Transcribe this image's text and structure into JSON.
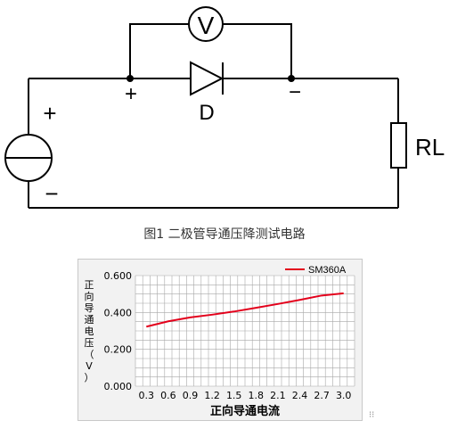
{
  "circuit": {
    "voltmeter_label": "V",
    "diode_label": "D",
    "load_label": "RL",
    "source_plus": "+",
    "source_minus": "−",
    "diode_plus": "+",
    "diode_minus": "−"
  },
  "caption": "图1 二极管导通压降测试电路",
  "colors": {
    "series": "#e3001b",
    "grid": "#a8a8a8",
    "wire": "#000000"
  },
  "chart_data": {
    "type": "line",
    "xlabel": "正向导通电流",
    "ylabel": "正向导通电压（V）",
    "x": [
      0.3,
      0.6,
      0.9,
      1.2,
      1.5,
      1.8,
      2.1,
      2.4,
      2.7,
      3.0
    ],
    "x_ticks": [
      "0.3",
      "0.6",
      "0.9",
      "1.2",
      "1.5",
      "1.8",
      "2.1",
      "2.4",
      "2.7",
      "3.0"
    ],
    "y_ticks": [
      "0.000",
      "0.200",
      "0.400",
      "0.600"
    ],
    "xlim": [
      0.15,
      3.15
    ],
    "ylim": [
      0,
      0.6
    ],
    "grid": true,
    "legend_position": "top-right",
    "series": [
      {
        "name": "SM360A",
        "values": [
          0.323,
          0.352,
          0.373,
          0.388,
          0.405,
          0.425,
          0.446,
          0.468,
          0.492,
          0.504
        ]
      }
    ]
  },
  "corner_mark": "⁝⁝"
}
